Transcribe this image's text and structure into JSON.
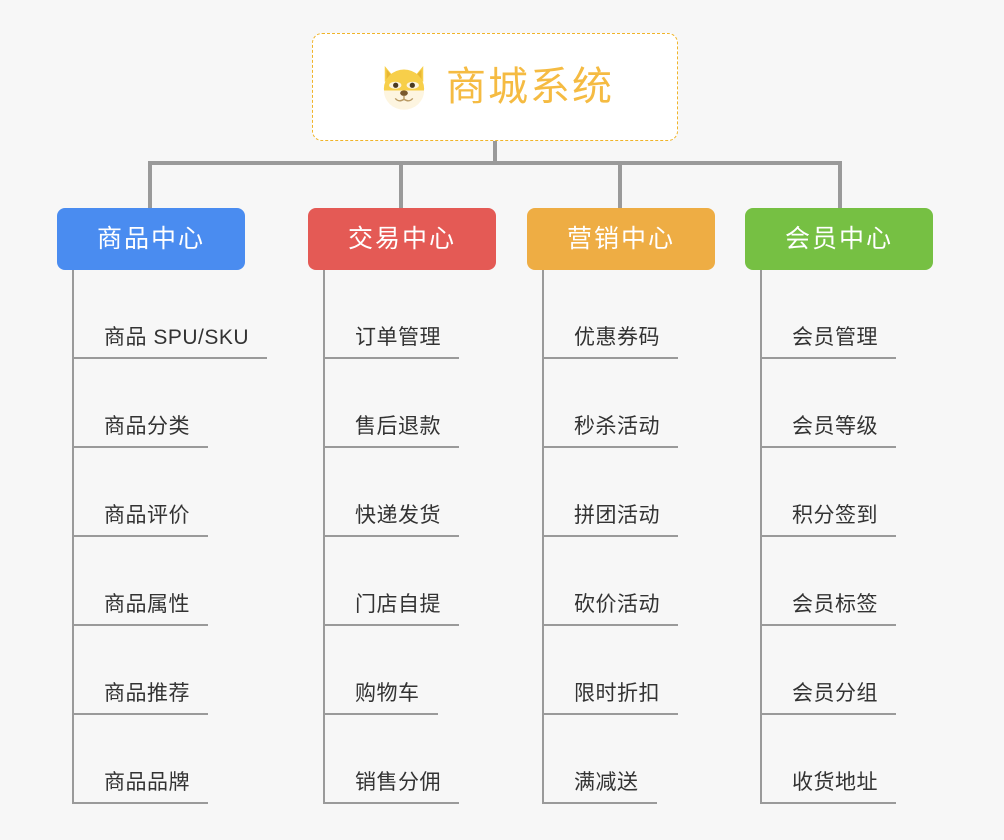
{
  "background_color": "#f7f7f7",
  "root": {
    "icon": "shiba-dog-face-emoji",
    "title": "商城系统",
    "title_color": "#f5bb42",
    "border_color": "#f0b429"
  },
  "columns": [
    {
      "key": "product-center",
      "label": "商品中心",
      "color": "#4a8cf0",
      "items": [
        "商品 SPU/SKU",
        "商品分类",
        "商品评价",
        "商品属性",
        "商品推荐",
        "商品品牌"
      ]
    },
    {
      "key": "trade-center",
      "label": "交易中心",
      "color": "#e45a55",
      "items": [
        "订单管理",
        "售后退款",
        "快递发货",
        "门店自提",
        "购物车",
        "销售分佣"
      ]
    },
    {
      "key": "marketing-center",
      "label": "营销中心",
      "color": "#eead44",
      "items": [
        "优惠券码",
        "秒杀活动",
        "拼团活动",
        "砍价活动",
        "限时折扣",
        "满减送"
      ]
    },
    {
      "key": "member-center",
      "label": "会员中心",
      "color": "#76c043",
      "items": [
        "会员管理",
        "会员等级",
        "积分签到",
        "会员标签",
        "会员分组",
        "收货地址"
      ]
    }
  ]
}
